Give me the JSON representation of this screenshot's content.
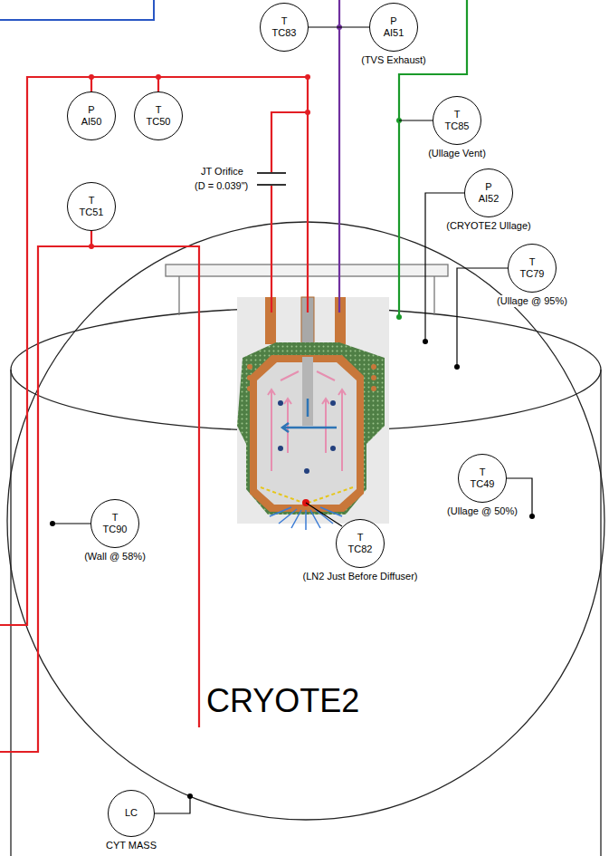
{
  "diagram": {
    "nodes": [
      {
        "text": [
          "T",
          "TC83"
        ]
      },
      {
        "text": [
          "P",
          "AI51",
          "(TVS Exhaust)"
        ]
      },
      {
        "text": [
          "P",
          "AI50"
        ]
      },
      {
        "text": [
          "T",
          "TC50"
        ]
      },
      {
        "text": [
          "T",
          "TC85",
          "(Ullage Vent)"
        ]
      },
      {
        "text": [
          "P",
          "AI52",
          "(CRYOTE2 Ullage)"
        ]
      },
      {
        "text": [
          "T",
          "TC51"
        ]
      },
      {
        "text": [
          "T",
          "TC79",
          "(Ullage @ 95%)"
        ]
      },
      {
        "text": [
          "T",
          "TC49",
          "(Ullage @ 50%)"
        ]
      },
      {
        "text": [
          "T",
          "TC90",
          "(Wall @ 58%)"
        ]
      },
      {
        "text": [
          "T",
          "TC82",
          "(LN2 Just Before Diffuser)"
        ]
      },
      {
        "text": [
          "LC",
          "CYT MASS"
        ]
      }
    ],
    "edges": [
      {
        "from": 0,
        "to": 1,
        "arrow": "none"
      }
    ],
    "labels": [
      "JT Orifice",
      "(D = 0.039\")",
      "CRYOTE2"
    ]
  }
}
